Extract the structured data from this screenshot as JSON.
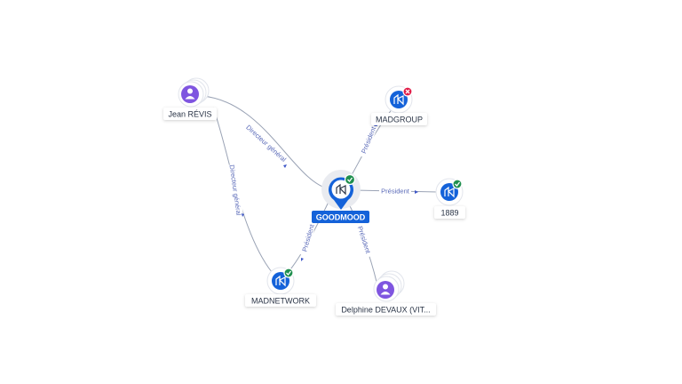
{
  "center": {
    "label": "GOODMOOD",
    "status": "active",
    "icon": "company-icon",
    "accent": "#1462d9"
  },
  "nodes": [
    {
      "id": "jean",
      "label": "Jean RÉVIS",
      "kind": "person",
      "icon": "person-icon"
    },
    {
      "id": "madgroup",
      "label": "MADGROUP",
      "kind": "company",
      "status": "closed",
      "icon": "company-icon"
    },
    {
      "id": "n1889",
      "label": "1889",
      "kind": "company",
      "status": "active",
      "icon": "company-icon"
    },
    {
      "id": "madnetwork",
      "label": "MADNETWORK",
      "kind": "company",
      "status": "active",
      "icon": "company-icon"
    },
    {
      "id": "delphine",
      "label": "Delphine DEVAUX (VIT...",
      "kind": "person",
      "icon": "person-icon"
    }
  ],
  "edges": [
    {
      "id": "e-jean-goodmood",
      "label": "Directeur général"
    },
    {
      "id": "e-jean-madnetwork",
      "label": "Directeur général"
    },
    {
      "id": "e-goodmood-madgroup",
      "label": "Président"
    },
    {
      "id": "e-goodmood-1889",
      "label": "Président"
    },
    {
      "id": "e-goodmood-madnetwork",
      "label": "Président"
    },
    {
      "id": "e-delphine-goodmood",
      "label": "Président"
    }
  ],
  "colors": {
    "company": "#1462d9",
    "person": "#7f55e0",
    "active_badge": "#1f8f4e",
    "closed_badge": "#e11d48",
    "edge": "#9aa3b5",
    "edge_label": "#5a6ab8"
  }
}
